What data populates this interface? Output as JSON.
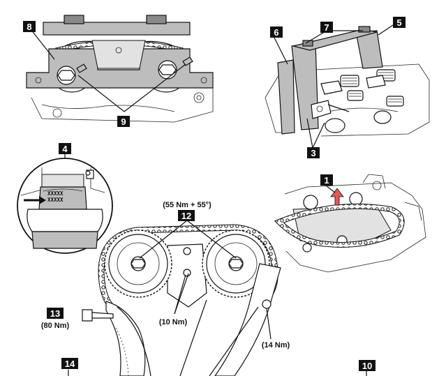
{
  "callouts": {
    "c1": "1",
    "c3": "3",
    "c4": "4",
    "c5": "5",
    "c6": "6",
    "c7": "7",
    "c8": "8",
    "c9": "9",
    "c10": "10",
    "c12": "12",
    "c13": "13",
    "c14": "14"
  },
  "torques": {
    "t12": "(55 Nm + 55°)",
    "t13": "(80 Nm)",
    "t_center": "(10 Nm)",
    "t_guide": "(14 Nm)"
  },
  "marking": {
    "line1": "XXXXX",
    "line2": "XXXXX"
  },
  "colors": {
    "ink": "#111111",
    "metal": "#bdbdbd",
    "accent": "#d9534f"
  }
}
